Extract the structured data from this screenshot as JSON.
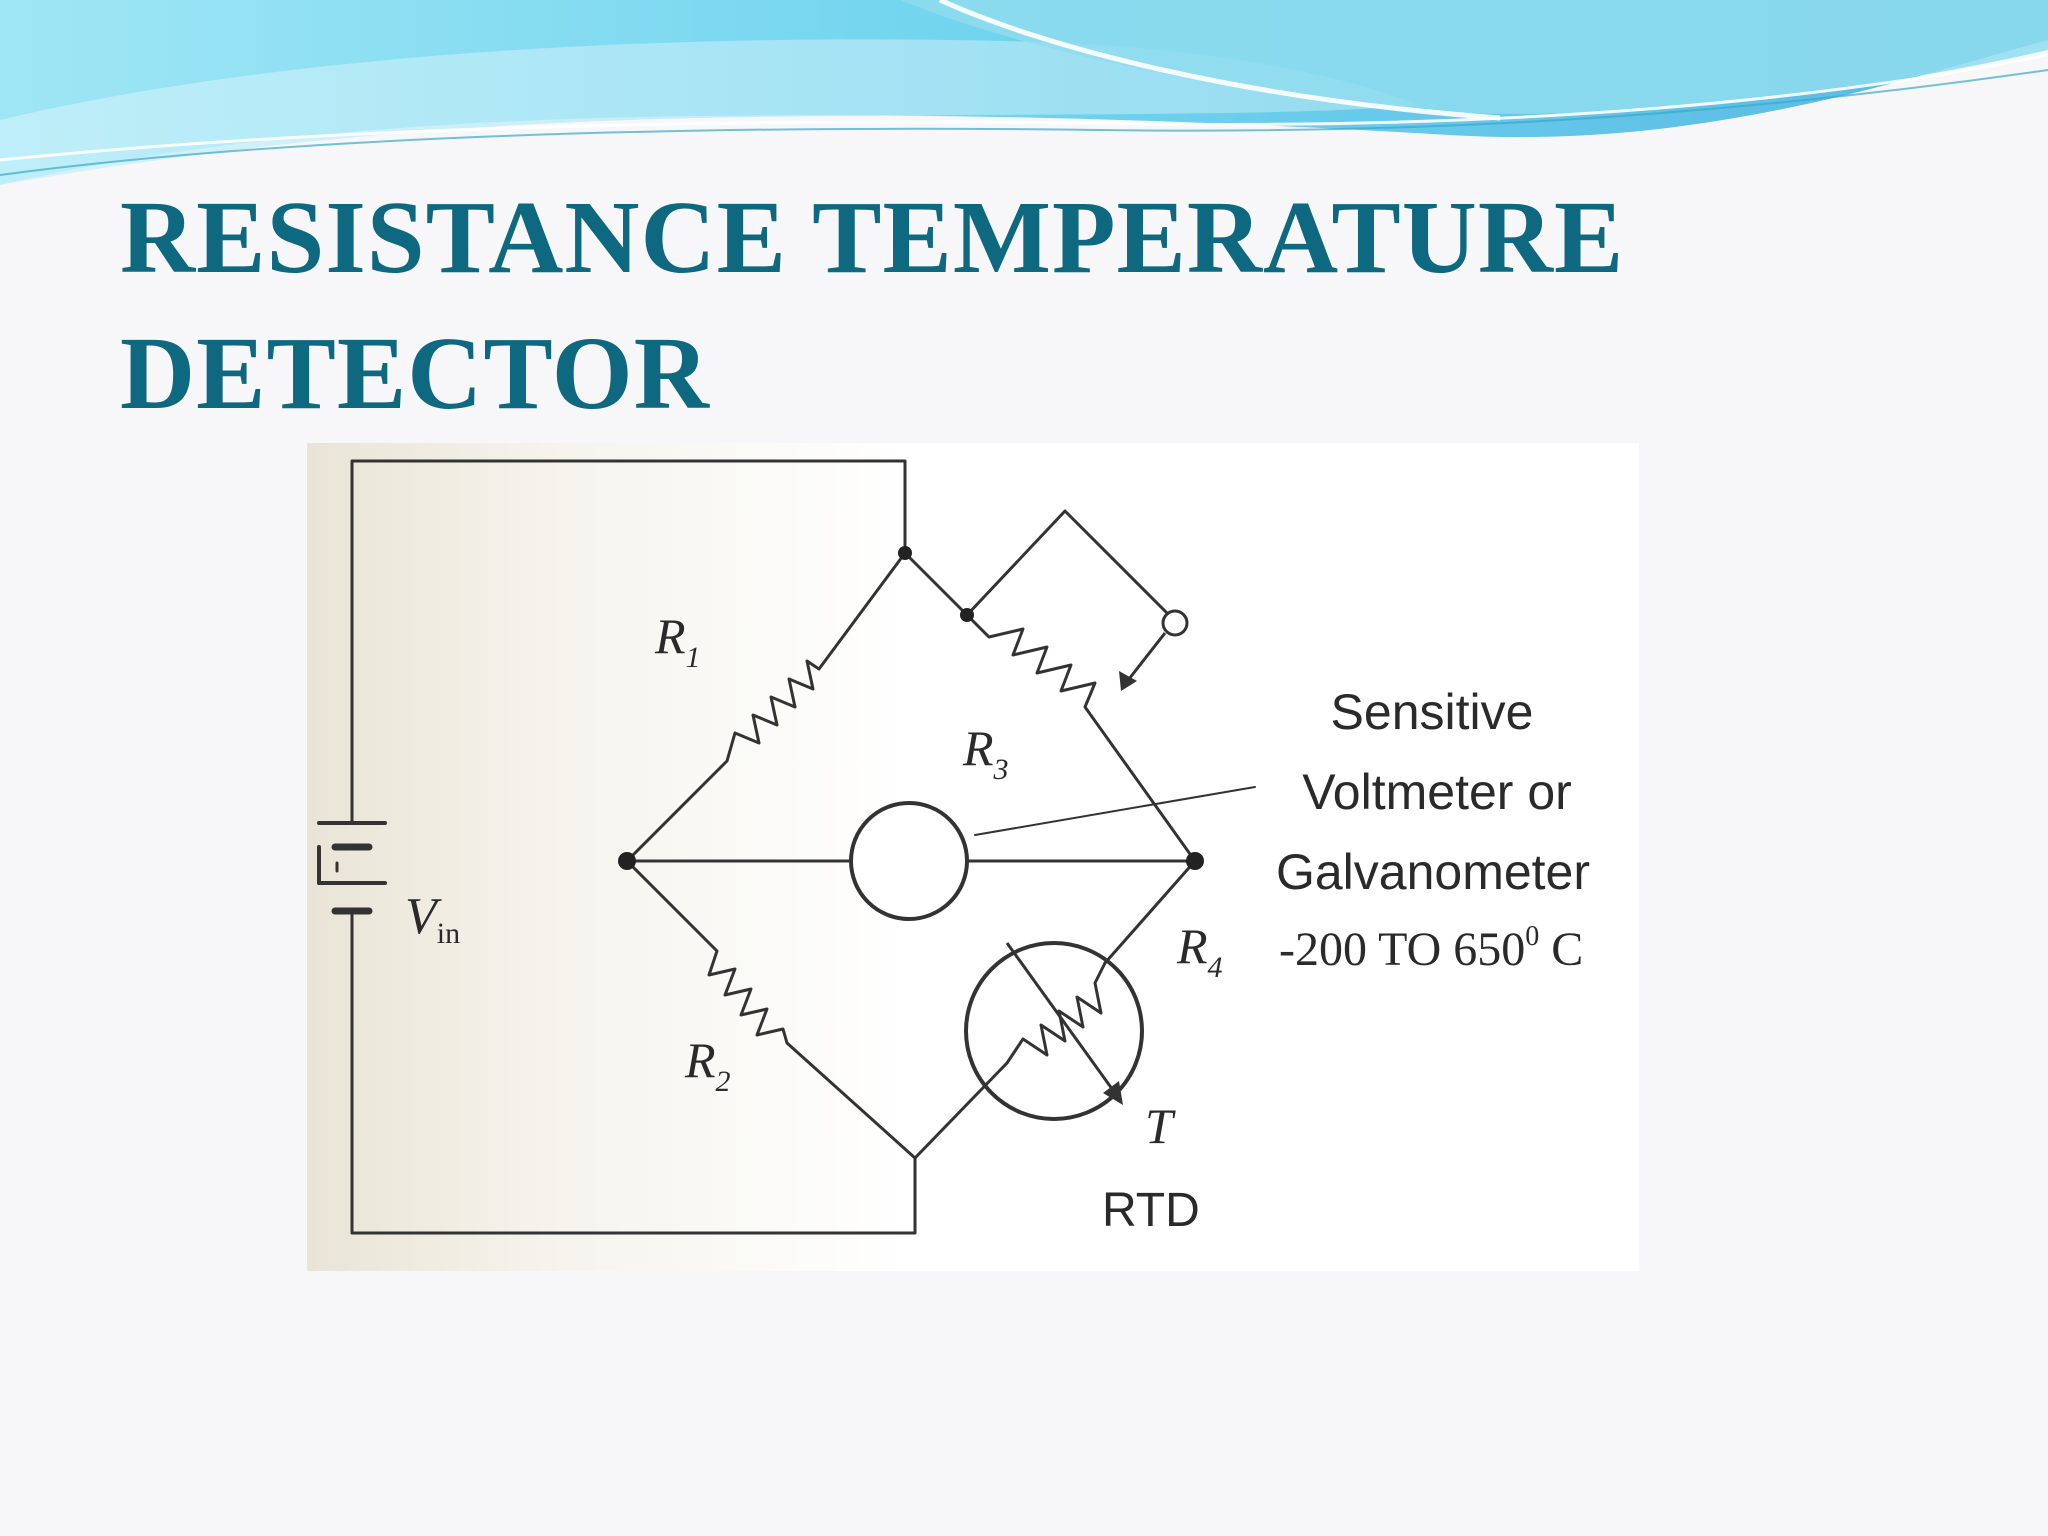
{
  "slide": {
    "title_line1": "RESISTANCE TEMPERATURE",
    "title_line2": "DETECTOR"
  },
  "diagram": {
    "r1": "R",
    "r1_sub": "1",
    "r2": "R",
    "r2_sub": "2",
    "r3": "R",
    "r3_sub": "3",
    "r4": "R",
    "r4_sub": "4",
    "vin": "V",
    "vin_sub": "in",
    "meter_line1": "Sensitive",
    "meter_line2": "Voltmeter or",
    "meter_line3": "Galvanometer",
    "range": "-200 TO 650",
    "range_sup": "0",
    "range_unit": " C",
    "t_label": "T",
    "rtd_label": "RTD"
  },
  "colors": {
    "title": "#0e6880",
    "wave_dark": "#4fbfe0",
    "wave_light": "#8fdcef",
    "wire": "#333333"
  }
}
